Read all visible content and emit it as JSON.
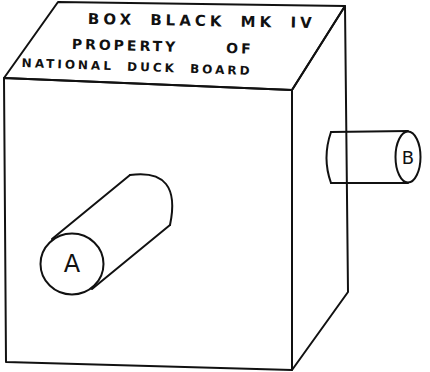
{
  "diagram": {
    "nodes": [
      {
        "text": [
          "A"
        ]
      },
      {
        "text": [
          "B"
        ]
      }
    ],
    "labels": [
      "BOX BLACK MK IV",
      "PROPERTY OF",
      "NATIONAL DUCK BOARD"
    ]
  }
}
